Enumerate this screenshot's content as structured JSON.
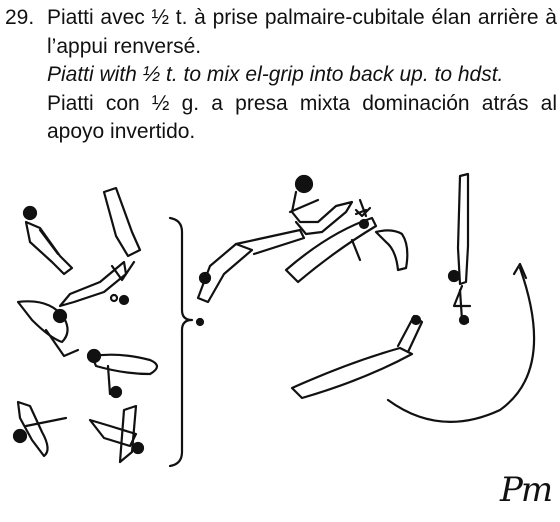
{
  "element": {
    "number": "29.",
    "french": "Piatti avec ½ t. à prise palmaire-cubitale élan arrière à l’appui renversé.",
    "english": "Piatti with ½ t. to mix el-grip into back up. to hdst.",
    "spanish": "Piatti con ½ g. a presa mixta dominación atrás al apoyo invertido."
  },
  "signature": "Pm",
  "colors": {
    "ink": "#111111",
    "paper": "#ffffff"
  },
  "illustration": {
    "subject": "gymnast figure sequence on parallel bars",
    "groups": [
      "swing-sequence-left",
      "bracketed-transition",
      "swing-to-handstand-right"
    ]
  }
}
